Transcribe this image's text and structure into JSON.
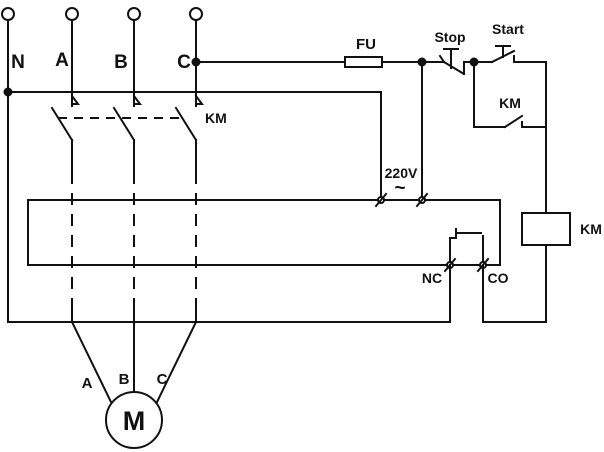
{
  "terminals": {
    "n": "N",
    "a": "A",
    "b": "B",
    "c": "C"
  },
  "fuse": {
    "label": "FU"
  },
  "stop_button": {
    "label": "Stop"
  },
  "start_button": {
    "label": "Start"
  },
  "holding_contact": {
    "label": "KM"
  },
  "main_contactor": {
    "label": "KM"
  },
  "coil": {
    "label": "KM"
  },
  "relay": {
    "supply_voltage": "220V",
    "ac_symbol": "~",
    "nc_label": "NC",
    "co_label": "CO"
  },
  "motor": {
    "label": "M",
    "lead_a": "A",
    "lead_b": "B",
    "lead_c": "C"
  },
  "colors": {
    "line": "#111111",
    "background": "#ffffff"
  }
}
